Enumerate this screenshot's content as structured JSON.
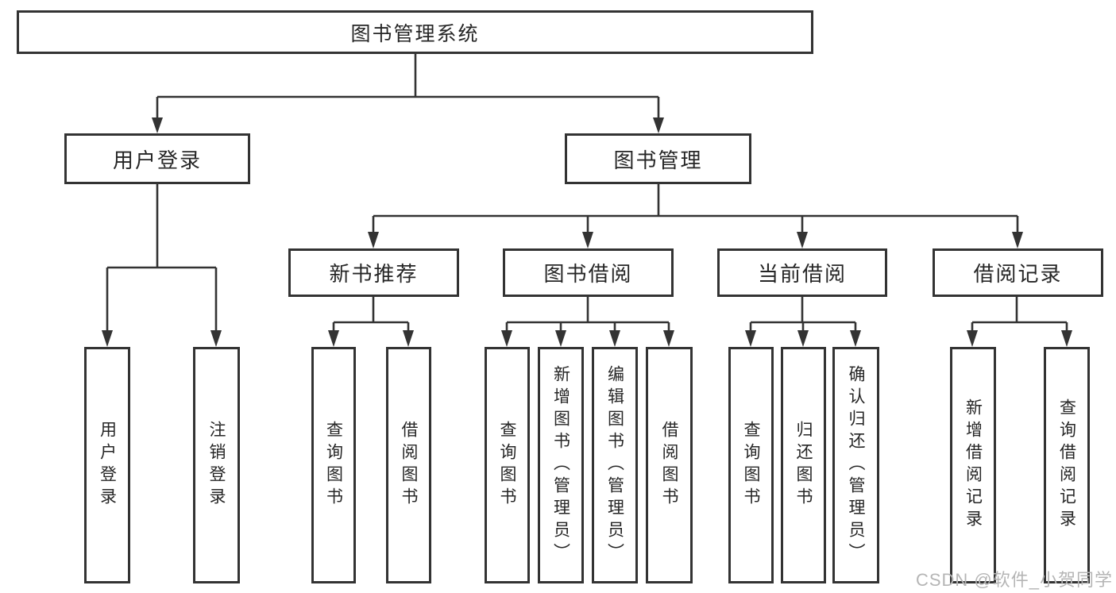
{
  "diagram": {
    "title_node": {
      "label": "图书管理系统"
    },
    "level2": [
      {
        "label": "用户登录",
        "leaves": [
          {
            "label": "用户登录"
          },
          {
            "label": "注销登录"
          }
        ]
      },
      {
        "label": "图书管理",
        "groups": [
          {
            "label": "新书推荐",
            "leaves": [
              {
                "label": "查询图书"
              },
              {
                "label": "借阅图书"
              }
            ]
          },
          {
            "label": "图书借阅",
            "leaves": [
              {
                "label": "查询图书"
              },
              {
                "label": "新增图书（管理员）"
              },
              {
                "label": "编辑图书（管理员）"
              },
              {
                "label": "借阅图书"
              }
            ]
          },
          {
            "label": "当前借阅",
            "leaves": [
              {
                "label": "查询图书"
              },
              {
                "label": "归还图书"
              },
              {
                "label": "确认归还（管理员）"
              }
            ]
          },
          {
            "label": "借阅记录",
            "leaves": [
              {
                "label": "新增借阅记录"
              },
              {
                "label": "查询借阅记录"
              }
            ]
          }
        ]
      }
    ]
  },
  "watermark": {
    "text": "CSDN @软件_小贺同学"
  },
  "colors": {
    "line": "#333333",
    "text": "#262626",
    "background": "#ffffff",
    "watermark": "#b5b5b5"
  }
}
